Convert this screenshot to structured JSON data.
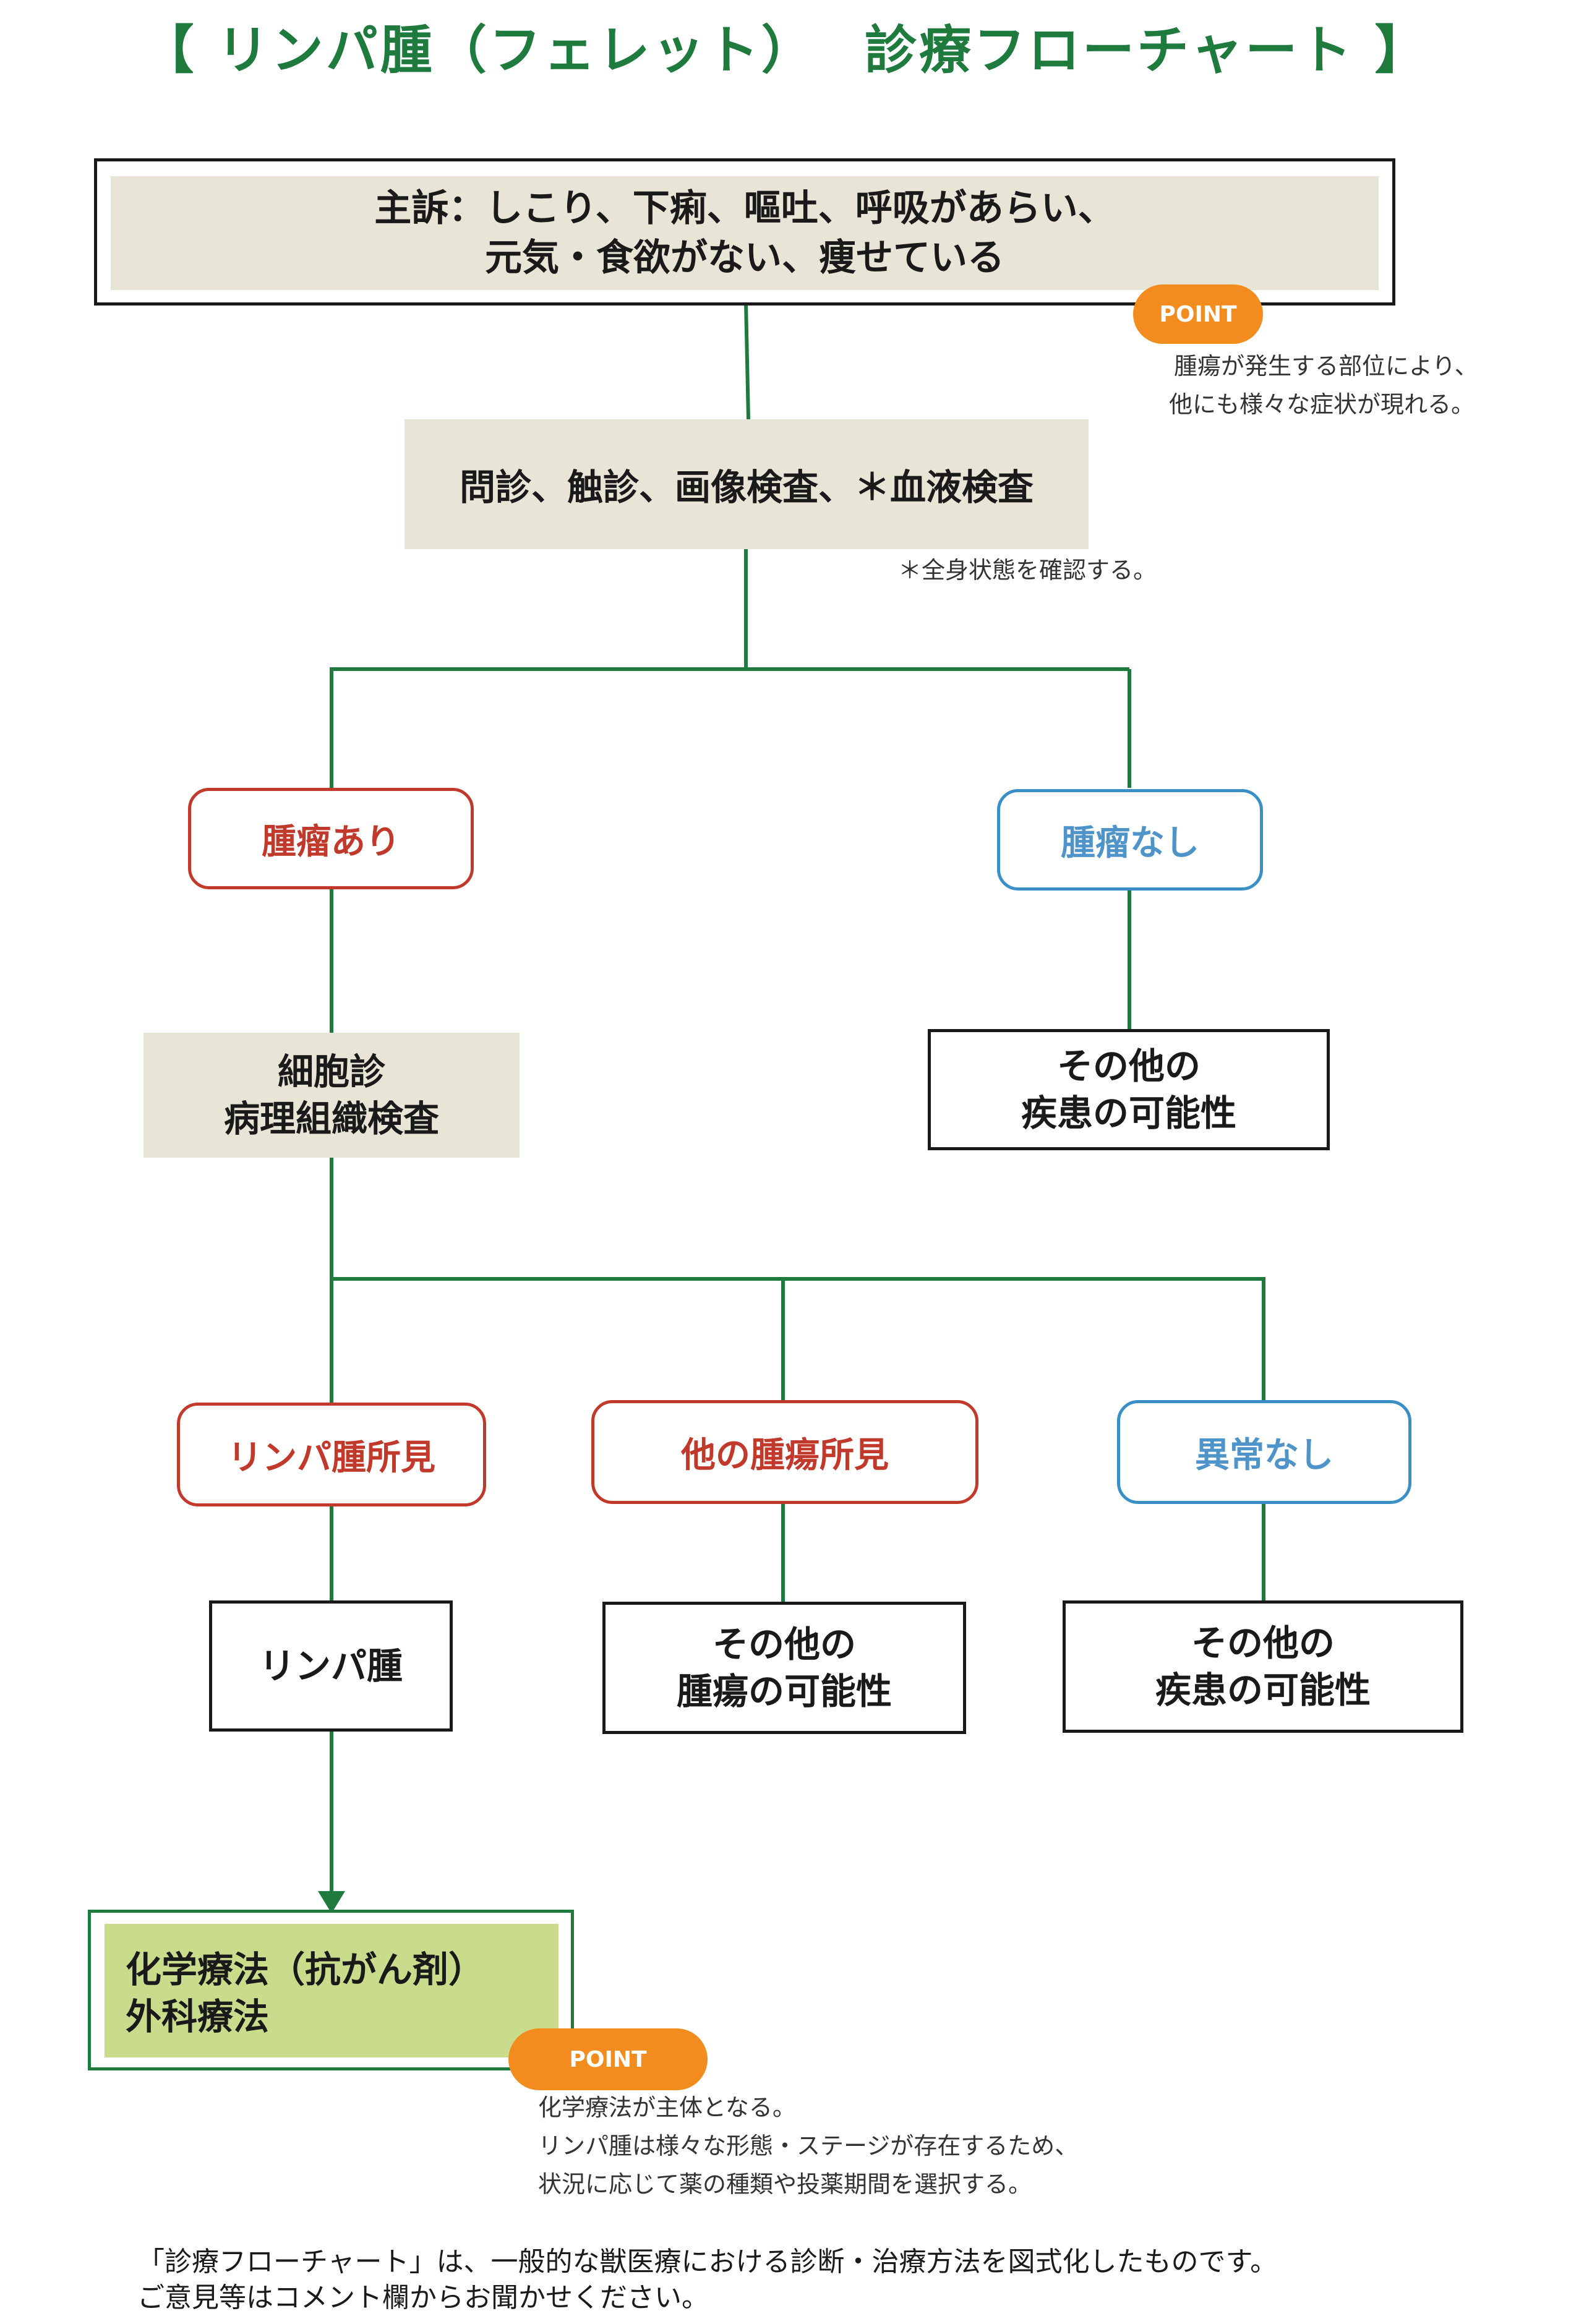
{
  "title": "【 リンパ腫（フェレット）　 診療フローチャート 】",
  "complaint": {
    "line1": "主訴：しこり、下痢、嘔吐、呼吸があらい、",
    "line2": "元気・食欲がない、痩せている"
  },
  "point1": {
    "label": "POINT",
    "line1": "腫瘍が発生する部位により、",
    "line2": "他にも様々な症状が現れる。"
  },
  "exam": {
    "label": "問診、触診、画像検査、＊血液検査",
    "note": "＊全身状態を確認する。"
  },
  "tumor_yes": "腫瘤あり",
  "tumor_no": "腫瘤なし",
  "cytology": {
    "line1": "細胞診",
    "line2": "病理組織検査"
  },
  "other_disease_1": {
    "line1": "その他の",
    "line2": "疾患の可能性"
  },
  "findings": {
    "lymphoma": "リンパ腫所見",
    "other_tumor": "他の腫瘍所見",
    "normal": "異常なし"
  },
  "lymphoma": "リンパ腫",
  "other_tumor_possibility": {
    "line1": "その他の",
    "line2": "腫瘍の可能性"
  },
  "other_disease_2": {
    "line1": "その他の",
    "line2": "疾患の可能性"
  },
  "treatment": {
    "line1": "化学療法（抗がん剤）",
    "line2": "外科療法"
  },
  "point2": {
    "label": "POINT",
    "line1": "化学療法が主体となる。",
    "line2": "リンパ腫は様々な形態・ステージが存在するため、",
    "line3": "状況に応じて薬の種類や投薬期間を選択する。"
  },
  "footer": {
    "line1": "「診療フローチャート」は、一般的な獣医療における診断・治療方法を図式化したものです。",
    "line2": "ご意見等はコメント欄からお聞かせください。"
  },
  "colors": {
    "connector": "#1f7a3e",
    "title": "#1f7a3e",
    "red": "#c0392b",
    "blue": "#3a8fc7",
    "beige": "#e8e4d6",
    "green_fill": "#c9dc8c",
    "point": "#f28c1e"
  }
}
